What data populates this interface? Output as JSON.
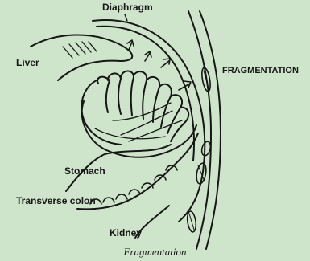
{
  "diagram": {
    "labels": {
      "diaphragm": "Diaphragm",
      "liver": "Liver",
      "fragmentation": "FRAGMENTATION",
      "stomach": "Stomach",
      "transverse_colon": "Transverse colon",
      "kidney": "Kidney"
    },
    "caption": "Fragmentation",
    "colors": {
      "background": "#cfe5cb",
      "ink": "#161616"
    }
  }
}
